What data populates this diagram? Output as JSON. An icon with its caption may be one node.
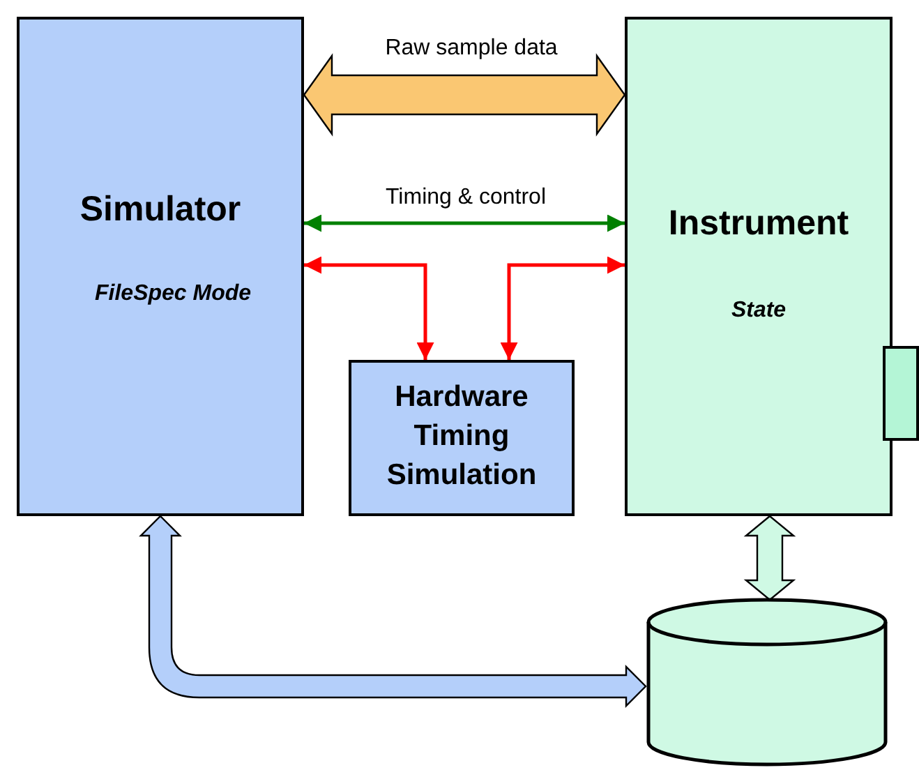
{
  "diagram": {
    "nodes": [
      {
        "text": [
          "Simulator",
          "FileSpec Mode"
        ]
      },
      {
        "text": [
          "Instrument",
          "State"
        ]
      },
      {
        "text": [],
        "shape": "box"
      },
      {
        "text": [
          "Hardware Timing Simulation"
        ]
      },
      {
        "text": [],
        "shape": "cylinder"
      }
    ],
    "edges": [
      {
        "from": 0,
        "to": 1,
        "arrow": "both",
        "label": "Raw sample data",
        "style": "thick",
        "color": "#fac772"
      },
      {
        "from": 0,
        "to": 1,
        "arrow": "both",
        "label": "Timing & control",
        "color": "#008000"
      },
      {
        "from": 0,
        "to": 3,
        "arrow": "both",
        "color": "#ff0000"
      },
      {
        "from": 1,
        "to": 3,
        "arrow": "both",
        "color": "#ff0000"
      },
      {
        "from": 0,
        "to": 4,
        "arrow": "both",
        "style": "thick",
        "color": "#b4cffa"
      },
      {
        "from": 1,
        "to": 4,
        "arrow": "both",
        "style": "thick",
        "color": "#cff9e4"
      }
    ]
  }
}
